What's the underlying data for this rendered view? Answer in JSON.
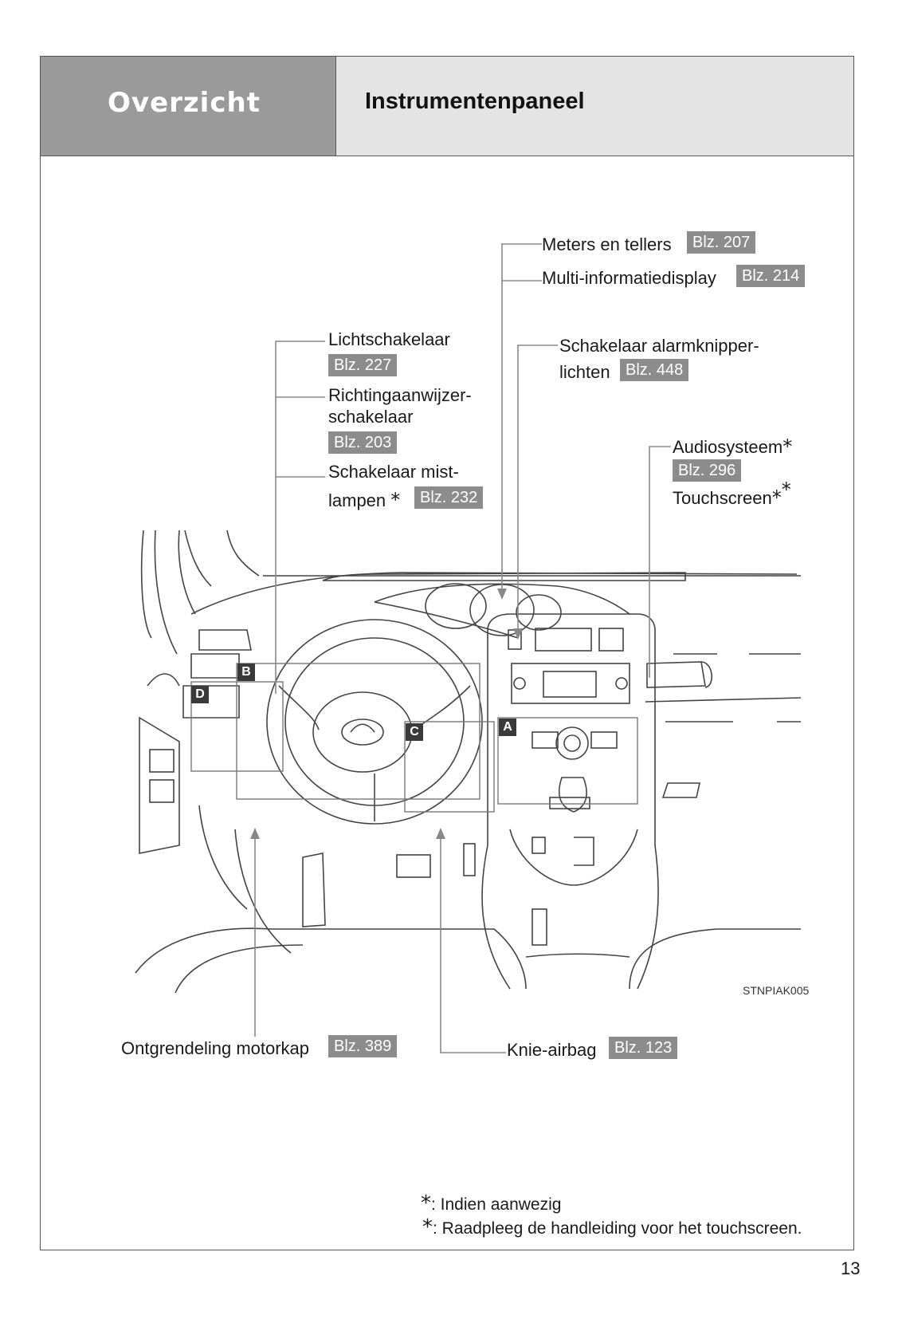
{
  "header": {
    "section": "Overzicht",
    "title": "Instrumentenpaneel"
  },
  "callouts": {
    "meters": {
      "label": "Meters en tellers",
      "ref": "Blz. 207"
    },
    "multi_info": {
      "label": "Multi-informatiedisplay",
      "ref": "Blz. 214"
    },
    "light_switch": {
      "label": "Lichtschakelaar",
      "ref": "Blz. 227"
    },
    "turn_signal": {
      "label_line1": "Richtingaanwijzer-",
      "label_line2": "schakelaar",
      "ref": "Blz. 203"
    },
    "fog_lamps": {
      "label_line1": "Schakelaar mist-",
      "label_line2": "lampen",
      "asterisk": "*",
      "ref": "Blz. 232"
    },
    "hazard": {
      "label_line1": "Schakelaar alarmknipper-",
      "label_line2": "lichten",
      "ref": "Blz. 448"
    },
    "audio": {
      "label": "Audiosysteem",
      "asterisk": "*",
      "ref": "Blz. 296"
    },
    "touchscreen": {
      "label": "Touchscreen",
      "asterisk1": "*",
      "asterisk2": "*"
    },
    "hood_release": {
      "label": "Ontgrendeling motorkap",
      "ref": "Blz. 389"
    },
    "knee_airbag": {
      "label": "Knie-airbag",
      "ref": "Blz. 123"
    }
  },
  "illustration": {
    "code": "STNPIAK005",
    "tags": {
      "a": "A",
      "b": "B",
      "c": "C",
      "d": "D"
    }
  },
  "footnotes": {
    "note1": {
      "mark": "*",
      "text": ": Indien aanwezig"
    },
    "note2": {
      "mark": "*",
      "text": ": Raadpleeg de handleiding voor het touchscreen."
    }
  },
  "page_number": "13",
  "colors": {
    "header_dark": "#9a9a9a",
    "header_light": "#e4e4e4",
    "ref_badge": "#8c8c8c"
  }
}
